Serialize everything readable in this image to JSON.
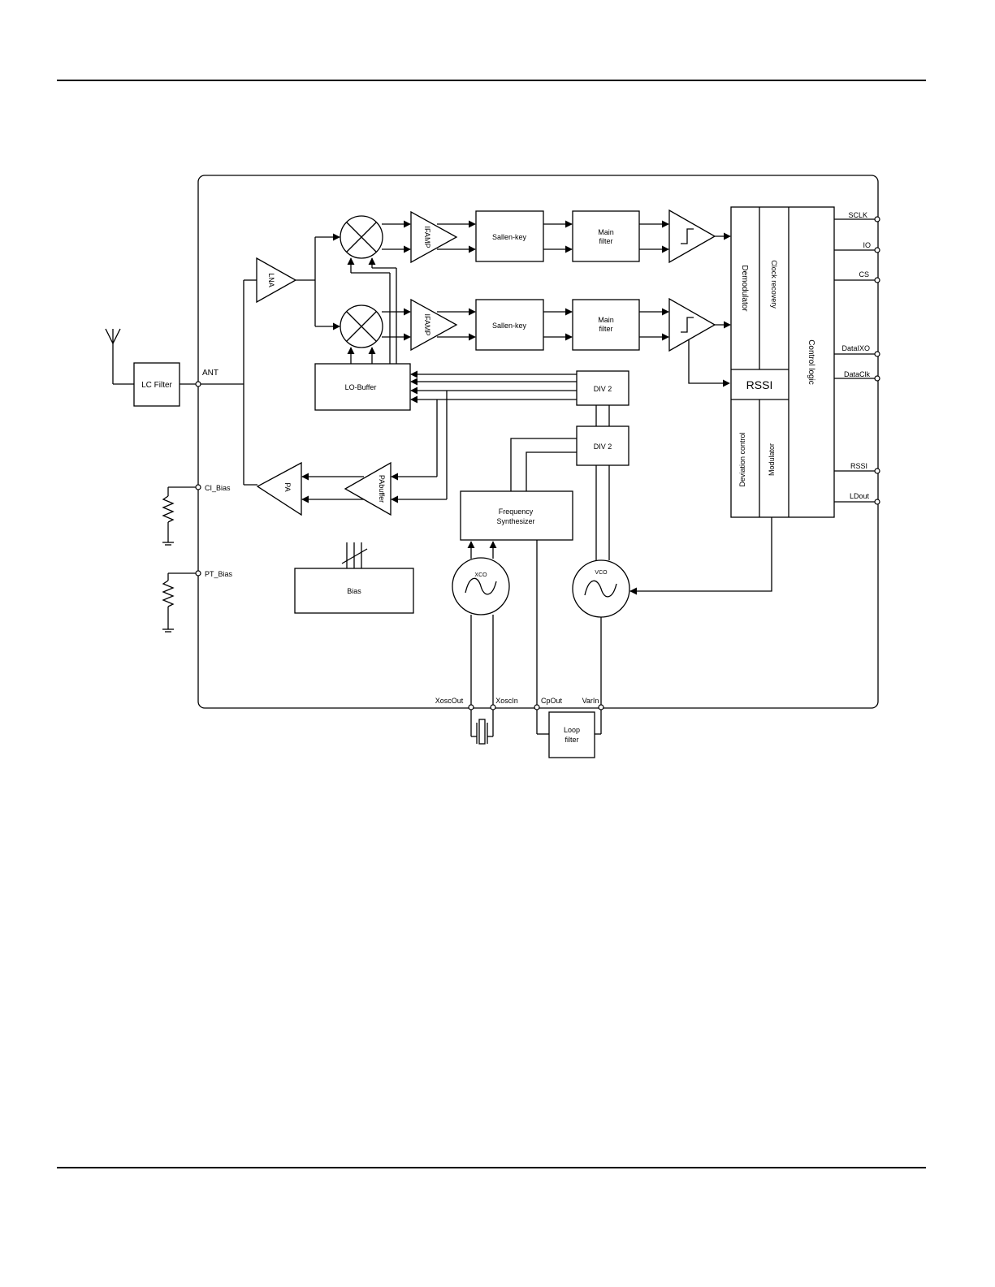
{
  "diagram": {
    "antenna_filter": "LC Filter",
    "pins": {
      "ant": "ANT",
      "ci_bias": "CI_Bias",
      "pt_bias": "PT_Bias",
      "xosc_out": "XoscOut",
      "xosc_in": "XoscIn",
      "cp_out": "CpOut",
      "var_in": "VarIn",
      "sclk": "SCLK",
      "io": "IO",
      "cs": "CS",
      "data_ixo": "DataIXO",
      "data_clk": "DataClk",
      "rssi": "RSSI",
      "ld_out": "LDout"
    },
    "blocks": {
      "lna": "LNA",
      "ifamp": "IFAMP",
      "sallen_key": "Sallen-key",
      "main_filter_line1": "Main",
      "main_filter_line2": "filter",
      "lo_buffer": "LO-Buffer",
      "div2": "DIV 2",
      "pa": "PA",
      "pa_buffer": "PAbuffer",
      "bias": "Bias",
      "freq_synth_line1": "Frequency",
      "freq_synth_line2": "Synthesizer",
      "xco": "XCO",
      "vco": "VCO",
      "loop_filter_line1": "Loop",
      "loop_filter_line2": "filter",
      "demodulator": "Demodulator",
      "clock_recovery": "Clock recovery",
      "rssi": "RSSI",
      "deviation_control": "Deviation control",
      "modulator": "Modulator",
      "control_logic": "Control logic"
    }
  }
}
